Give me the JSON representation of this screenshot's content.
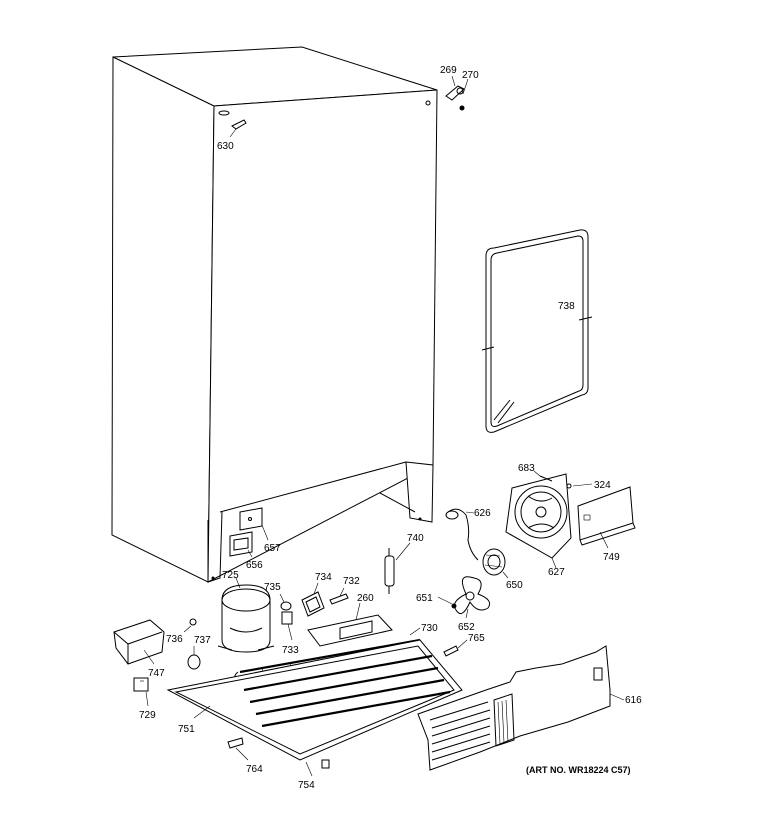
{
  "parts": {
    "p269": "269",
    "p270": "270",
    "p630": "630",
    "p738": "738",
    "p683": "683",
    "p324": "324",
    "p626": "626",
    "p749": "749",
    "p627": "627",
    "p650": "650",
    "p651": "651",
    "p652": "652",
    "p765": "765",
    "p740": "740",
    "p657": "657",
    "p656": "656",
    "p725": "725",
    "p735": "735",
    "p734": "734",
    "p732": "732",
    "p260": "260",
    "p730": "730",
    "p733": "733",
    "p736": "736",
    "p737": "737",
    "p747": "747",
    "p729": "729",
    "p751": "751",
    "p764": "764",
    "p754": "754",
    "p616": "616"
  },
  "art_number": "(ART NO. WR18224 C57)"
}
